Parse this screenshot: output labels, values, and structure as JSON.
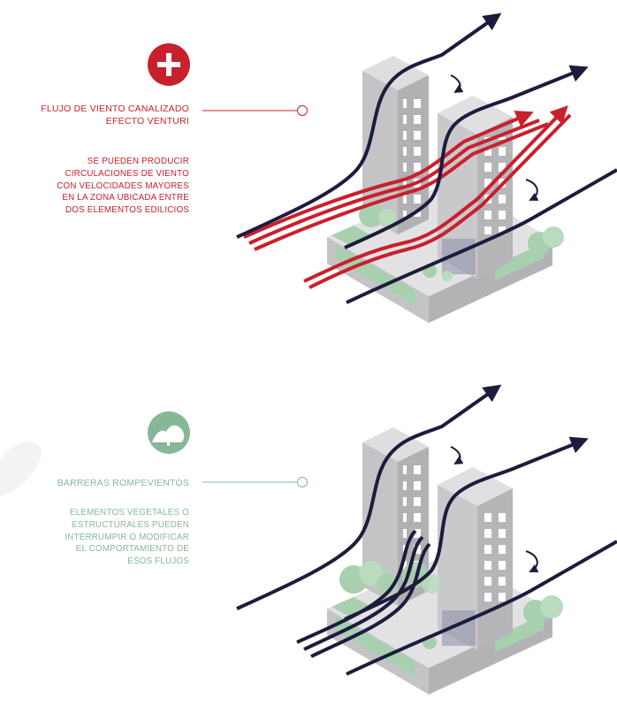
{
  "panels": [
    {
      "title": "FLUJO DE VIENTO CANALIZADO",
      "subtitle": "EFECTO VENTURI",
      "description": [
        "SE PUEDEN PRODUCIR",
        "CIRCULACIONES DE VIENTO",
        "CON VELOCIDADES MAYORES",
        "EN LA ZONA UBICADA ENTRE",
        "DOS ELEMENTOS EDILICIOS"
      ],
      "icon": "plus-icon",
      "accent": "#c8202c"
    },
    {
      "title": "BARRERAS ROMPEVIENTOS",
      "description": [
        "ELEMENTOS VEGETALES O",
        "ESTRUCTURALES PUEDEN",
        "INTERRUMPIR O MODIFICAR",
        "EL COMPORTAMIENTO DE",
        "ESOS FLUJOS"
      ],
      "icon": "tree-icon",
      "accent": "#86b898"
    }
  ],
  "colors": {
    "wind": "#1c1c3c",
    "venturi": "#c8202c",
    "building": "#c9c9cc",
    "green": "#a8d0ae",
    "ground": "#d8d8da"
  }
}
